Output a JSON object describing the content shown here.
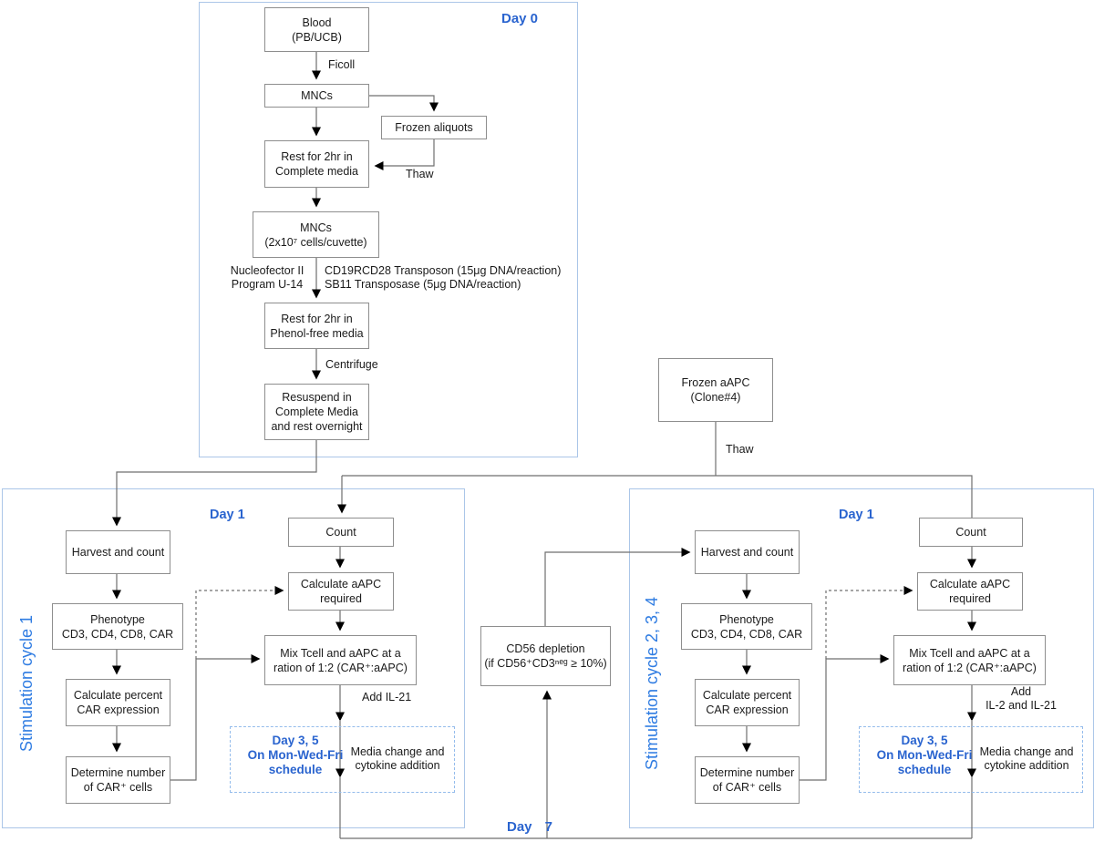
{
  "diagram": {
    "day0": {
      "label": "Day 0",
      "blood": "Blood\n(PB/UCB)",
      "mncs": "MNCs",
      "frozen_aliquots": "Frozen aliquots",
      "rest_complete": "Rest for 2hr in\nComplete media",
      "mncs_cuvette": "MNCs\n(2x10⁷ cells/cuvette)",
      "rest_phenol": "Rest for 2hr in\nPhenol-free media",
      "resuspend": "Resuspend in\nComplete Media\nand rest overnight",
      "ficoll": "Ficoll",
      "thaw": "Thaw",
      "nucleofector": "Nucleofector II\nProgram U-14",
      "transfection": "CD19RCD28 Transposon (15μg DNA/reaction)\nSB11 Transposase (5μg DNA/reaction)",
      "centrifuge": "Centrifuge"
    },
    "aapc": {
      "box": "Frozen aAPC\n(Clone#4)",
      "thaw": "Thaw"
    },
    "cycle1": {
      "title": "Stimulation cycle 1",
      "day1": "Day 1",
      "harvest": "Harvest and count",
      "phenotype": "Phenotype\nCD3, CD4, CD8, CAR",
      "calc_percent": "Calculate percent\nCAR expression",
      "determine": "Determine number\nof CAR⁺ cells",
      "count": "Count",
      "calc_aapc": "Calculate aAPC\nrequired",
      "mix": "Mix Tcell and aAPC at a\nration of 1:2 (CAR⁺:aAPC)",
      "add": "Add IL-21",
      "schedule_day": "Day 3, 5\nOn Mon-Wed-Fri\nschedule",
      "schedule_media": "Media change and\ncytokine addition"
    },
    "cycle2": {
      "title": "Stimulation cycle 2, 3, 4",
      "day1": "Day 1",
      "harvest": "Harvest and count",
      "phenotype": "Phenotype\nCD3, CD4, CD8, CAR",
      "calc_percent": "Calculate percent\nCAR expression",
      "determine": "Determine number\nof CAR⁺ cells",
      "count": "Count",
      "calc_aapc": "Calculate aAPC\nrequired",
      "mix": "Mix Tcell and aAPC at a\nration of 1:2 (CAR⁺:aAPC)",
      "add": "Add\nIL-2 and IL-21",
      "schedule_day": "Day 3, 5\nOn Mon-Wed-Fri\nschedule",
      "schedule_media": "Media change and\ncytokine addition"
    },
    "cd56": "CD56 depletion\n(if CD56⁺CD3ⁿᵉᵍ ≥ 10%)",
    "day7": "Day 7",
    "colors": {
      "day_label_blue": "#2a64cf",
      "cycle_title_blue": "#2f7ce2",
      "region_border_blue": "#abc6e8",
      "box_border_grey": "#8e8e8e",
      "line_grey": "#6f6f6f"
    }
  }
}
